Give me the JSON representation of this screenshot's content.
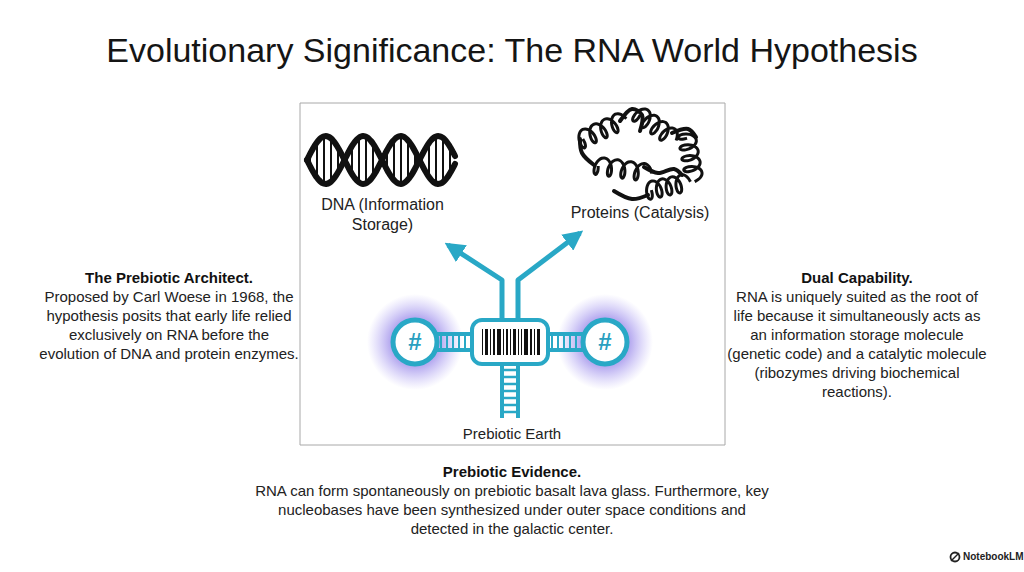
{
  "diagram": {
    "title": "Evolutionary Significance: The RNA World Hypothesis",
    "nodes": [
      {
        "text": [
          "DNA (Information Storage)"
        ]
      },
      {
        "text": [
          "Proteins (Catalysis)"
        ]
      },
      {
        "text": [
          "#",
          "#"
        ]
      }
    ],
    "edges": [
      {
        "from": 2,
        "to": 0,
        "arrow": "to"
      },
      {
        "from": 2,
        "to": 1,
        "arrow": "to"
      }
    ],
    "labels": [
      "The Prebiotic Architect.",
      "Proposed by Carl Woese in 1968, the hypothesis posits that early life relied exclusively on RNA before the evolution of DNA and protein enzymes.",
      "Dual Capability.",
      "RNA is uniquely suited as the root of life because it simultaneously acts as an information storage molecule (genetic code) and a catalytic molecule (ribozymes driving biochemical reactions).",
      "Prebiotic Earth",
      "Prebiotic Evidence.",
      "RNA can form spontaneously on prebiotic basalt lava glass. Furthermore, key nucleobases have been synthesized under outer space conditions and detected in the galactic center.",
      "NotebookLM"
    ]
  }
}
